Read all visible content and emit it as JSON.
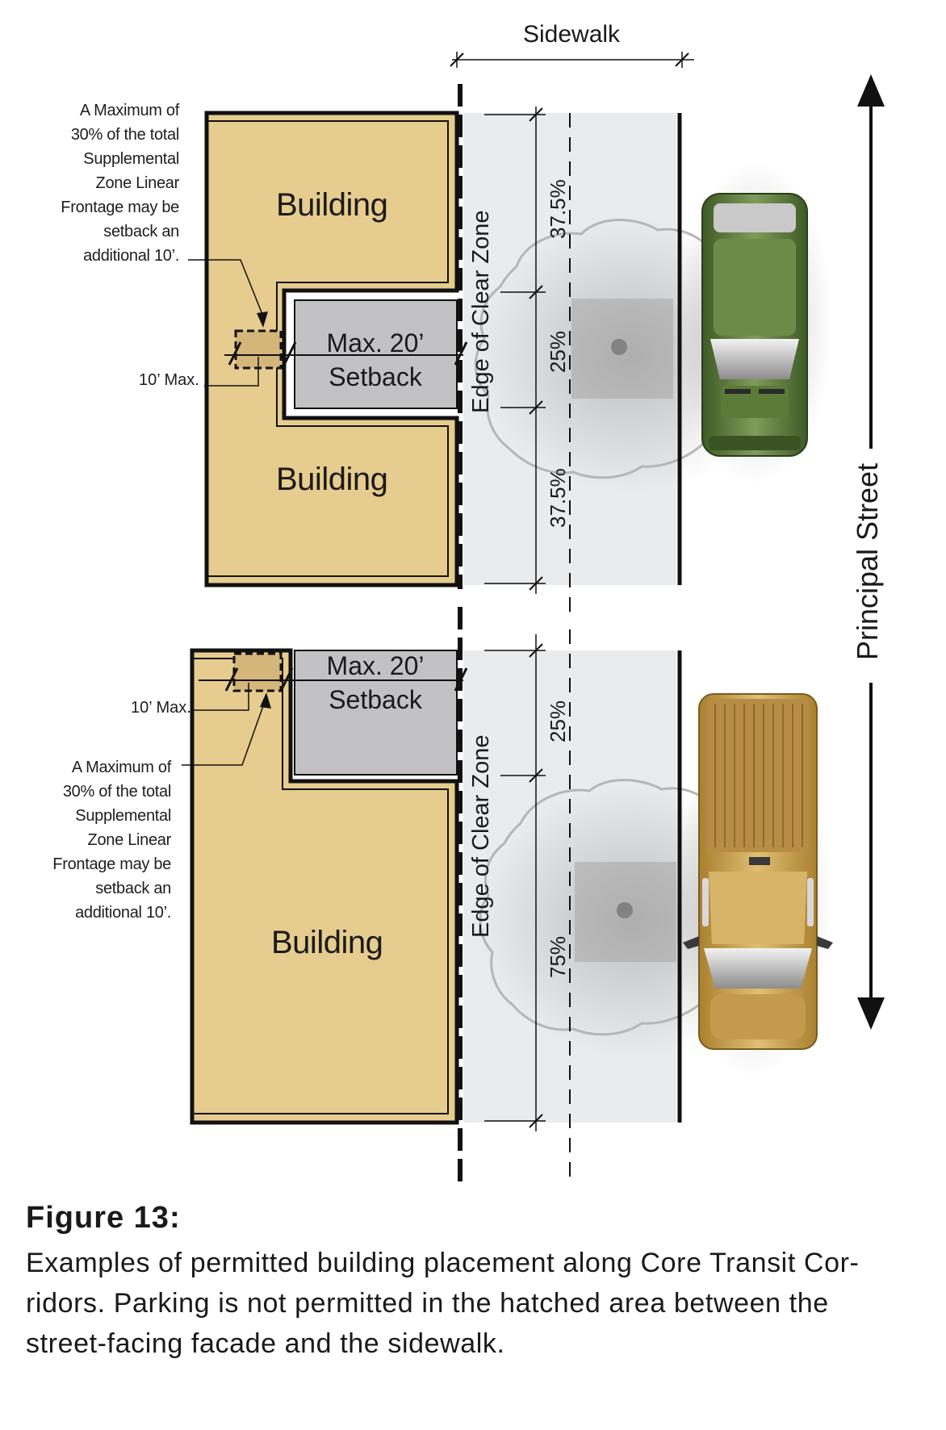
{
  "labels": {
    "sidewalk": "Sidewalk",
    "principal_street": "Principal Street",
    "building": "Building",
    "setback_line1": "Max. 20’",
    "setback_line2": "Setback",
    "edge_clear_zone": "Edge of Clear Zone",
    "ten_max": "10’ Max.",
    "note_lines": [
      "A Maximum of",
      "30% of the total",
      "Supplemental",
      "Zone Linear",
      "Frontage may be",
      "setback an",
      "additional 10’."
    ]
  },
  "top_panel": {
    "percentages": [
      "37.5%",
      "25%",
      "37.5%"
    ]
  },
  "bottom_panel": {
    "percentages": [
      "25%",
      "75%"
    ]
  },
  "figure": {
    "title": "Figure 13:",
    "caption_lines": [
      "Examples of permitted building placement along Core Transit Cor-",
      "ridors. Parking is not permitted in the hatched area between the",
      "street-facing facade and the sidewalk."
    ]
  },
  "colors": {
    "building_fill": "#e6cc8e",
    "setback_fill": "#c2c2c4",
    "sidewalk_fill": "#e9ebed",
    "tree_grate": "#c8c8ca",
    "green_truck": "#5d7a3c",
    "gold_truck": "#c8a256",
    "line": "#111111"
  }
}
